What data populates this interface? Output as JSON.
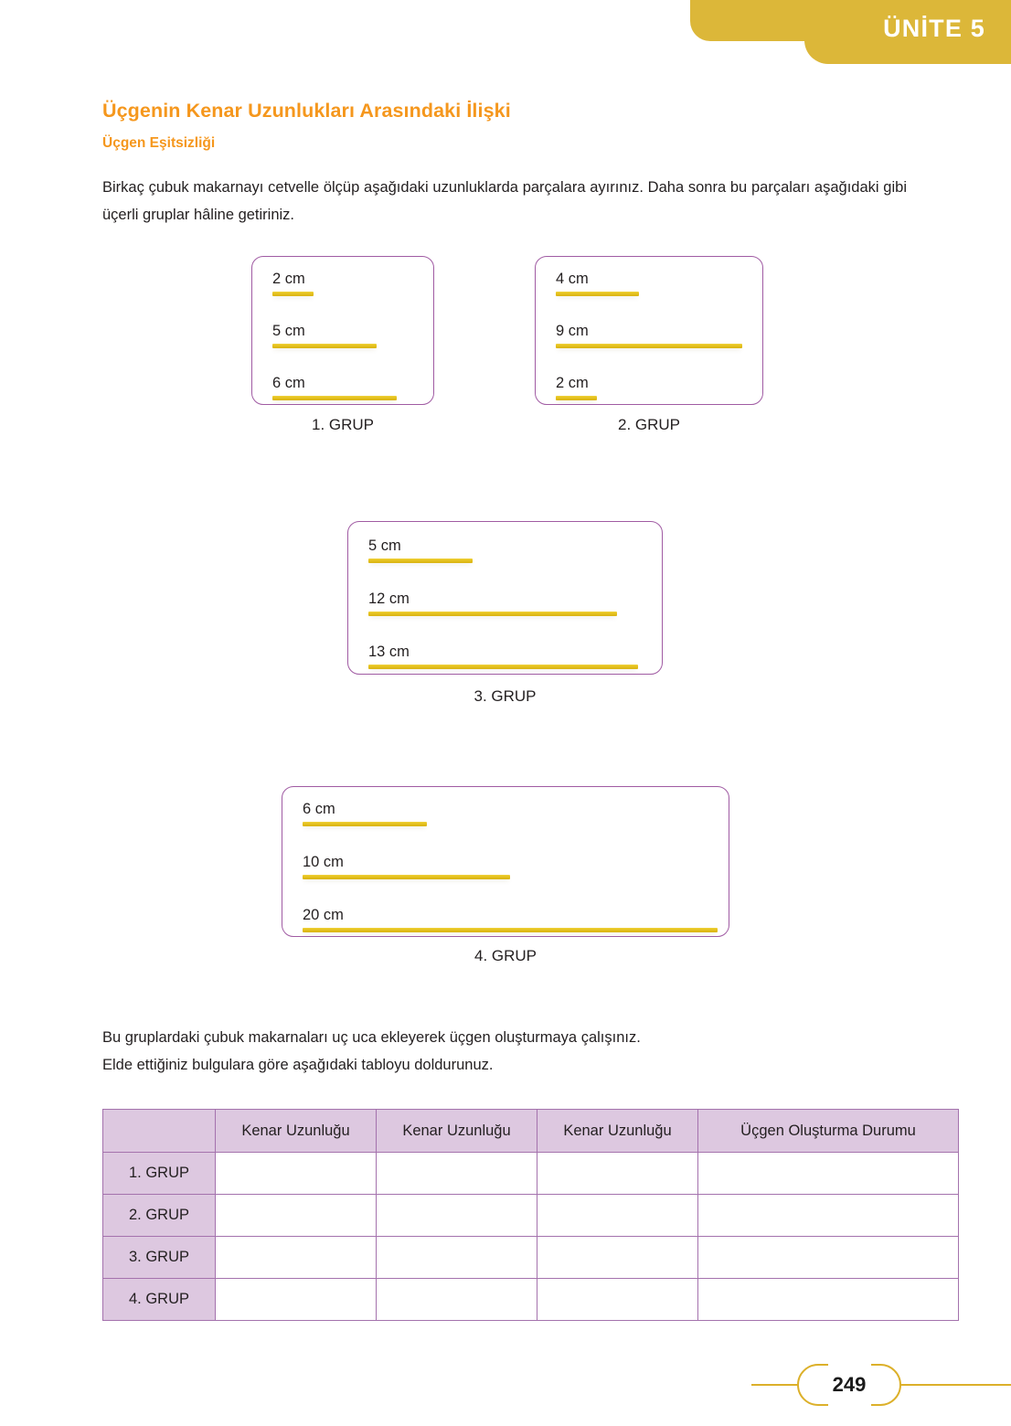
{
  "page": {
    "number": "249",
    "unit_label": "ÜNİTE 5",
    "accent_gold": "#dcb739",
    "accent_orange": "#f5971d",
    "accent_purple": "#a05ba3",
    "table_header_bg": "#ddc8e0"
  },
  "headings": {
    "main": "Üçgenin Kenar Uzunlukları Arasındaki İlişki",
    "sub": "Üçgen Eşitsizliği"
  },
  "paragraphs": {
    "intro": "Birkaç çubuk makarnayı cetvelle ölçüp aşağıdaki uzunluklarda parçalara ayırınız. Daha sonra bu parçaları aşağıdaki gibi üçerli gruplar hâline getiriniz.",
    "after_line1": "Bu gruplardaki çubuk makarnaları uç uca ekleyerek üçgen oluşturmaya çalışınız.",
    "after_line2": "Elde ettiğiniz bulgulara göre aşağıdaki tabloyu doldurunuz."
  },
  "groups": [
    {
      "caption": "1. GRUP",
      "rods": [
        {
          "label": "2 cm",
          "value": 2
        },
        {
          "label": "5 cm",
          "value": 5
        },
        {
          "label": "6 cm",
          "value": 6
        }
      ]
    },
    {
      "caption": "2. GRUP",
      "rods": [
        {
          "label": "4 cm",
          "value": 4
        },
        {
          "label": "9 cm",
          "value": 9
        },
        {
          "label": "2 cm",
          "value": 2
        }
      ]
    },
    {
      "caption": "3. GRUP",
      "rods": [
        {
          "label": "5 cm",
          "value": 5
        },
        {
          "label": "12 cm",
          "value": 12
        },
        {
          "label": "13 cm",
          "value": 13
        }
      ]
    },
    {
      "caption": "4. GRUP",
      "rods": [
        {
          "label": "6 cm",
          "value": 6
        },
        {
          "label": "10 cm",
          "value": 10
        },
        {
          "label": "20 cm",
          "value": 20
        }
      ]
    }
  ],
  "table": {
    "corner_header": "",
    "columns": [
      "Kenar Uzunluğu",
      "Kenar Uzunluğu",
      "Kenar Uzunluğu",
      "Üçgen Oluşturma Durumu"
    ],
    "rows": [
      {
        "header": "1. GRUP",
        "cells": [
          "",
          "",
          "",
          ""
        ]
      },
      {
        "header": "2. GRUP",
        "cells": [
          "",
          "",
          "",
          ""
        ]
      },
      {
        "header": "3. GRUP",
        "cells": [
          "",
          "",
          "",
          ""
        ]
      },
      {
        "header": "4. GRUP",
        "cells": [
          "",
          "",
          "",
          ""
        ]
      }
    ]
  }
}
